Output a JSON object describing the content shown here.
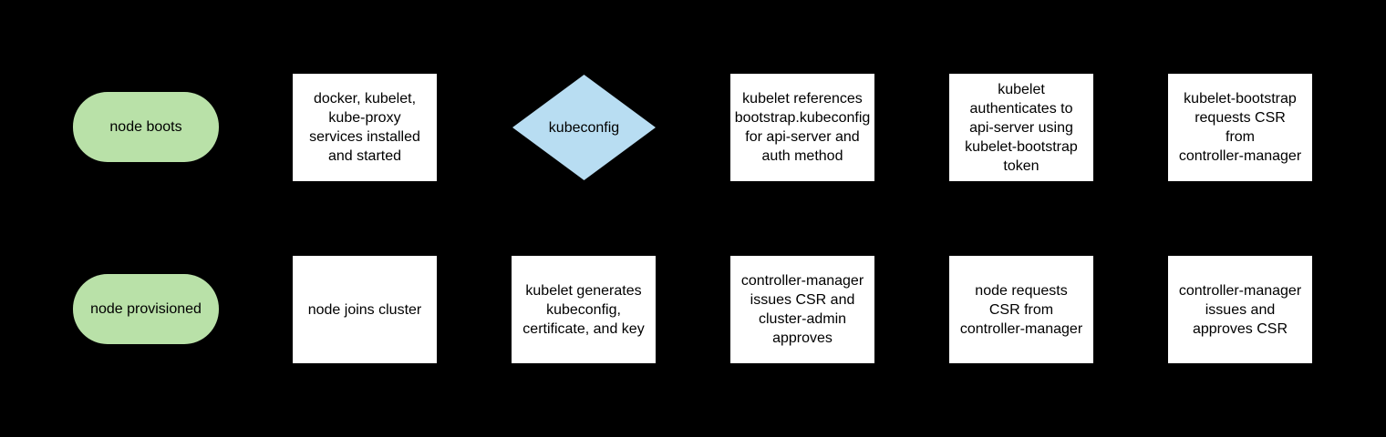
{
  "diagram": {
    "colors": {
      "background": "#000000",
      "terminator_fill": "#b9e1a8",
      "decision_fill": "#b8ddf2",
      "process_fill": "#ffffff",
      "text": "#000000"
    },
    "nodes": {
      "node_boots": {
        "type": "terminator",
        "label": "node boots"
      },
      "services_installed": {
        "type": "process",
        "label": "docker, kubelet,\nkube-proxy\nservices installed\nand started"
      },
      "kubeconfig_decision": {
        "type": "decision",
        "label": "kubeconfig"
      },
      "kubelet_references": {
        "type": "process",
        "label": "kubelet references\nbootstrap.kubeconfig\nfor api-server and\nauth method"
      },
      "kubelet_authenticates": {
        "type": "process",
        "label": "kubelet\nauthenticates to\napi-server using\nkubelet-bootstrap\ntoken"
      },
      "bootstrap_requests_csr": {
        "type": "process",
        "label": "kubelet-bootstrap\nrequests CSR\nfrom\ncontroller-manager"
      },
      "node_provisioned": {
        "type": "terminator",
        "label": "node provisioned"
      },
      "node_joins_cluster": {
        "type": "process",
        "label": "node joins cluster"
      },
      "kubelet_generates": {
        "type": "process",
        "label": "kubelet generates\nkubeconfig,\ncertificate, and key"
      },
      "cm_issues_admin_approves": {
        "type": "process",
        "label": "controller-manager\nissues CSR and\ncluster-admin\napproves"
      },
      "node_requests_csr": {
        "type": "process",
        "label": "node requests\nCSR from\ncontroller-manager"
      },
      "cm_issues_approves": {
        "type": "process",
        "label": "controller-manager\nissues and\napproves CSR"
      }
    }
  }
}
